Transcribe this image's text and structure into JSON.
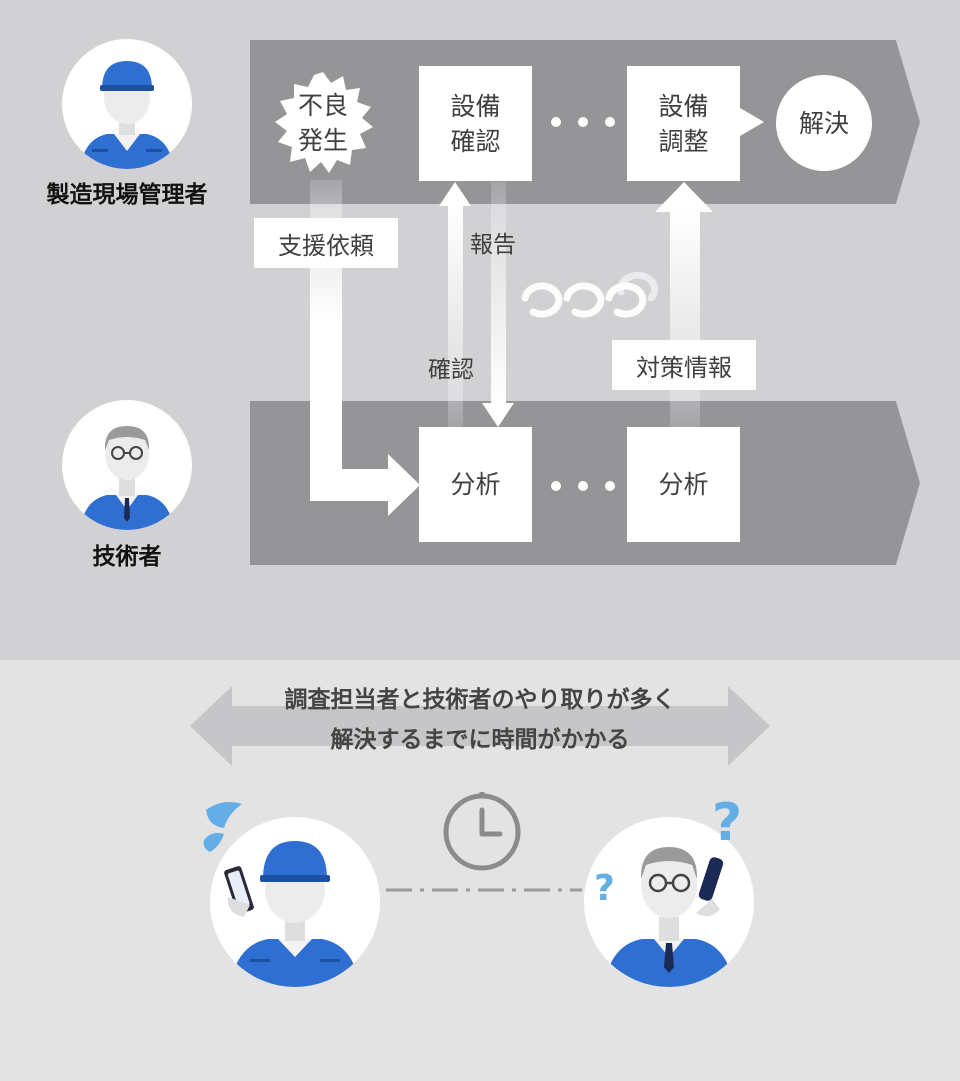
{
  "roles": {
    "manager": "製造現場管理者",
    "engineer": "技術者"
  },
  "manager_lane": {
    "start_node": "不良\n発生",
    "node_check": "設備\n確認",
    "node_adjust": "設備\n調整",
    "end_node": "解決"
  },
  "engineer_lane": {
    "node_analysis_1": "分析",
    "node_analysis_2": "分析"
  },
  "flows": {
    "support_request": "支援依頼",
    "report": "報告",
    "confirm": "確認",
    "countermeasure_info": "対策情報"
  },
  "problem_banner": {
    "line1": "調査担当者と技術者のやり取りが多く",
    "line2": "解決するまでに時間がかかる"
  },
  "icons": {
    "manager": "worker-cap-avatar-icon",
    "engineer": "engineer-glasses-avatar-icon",
    "clock": "clock-icon",
    "cycle": "cycle-arrows-icon",
    "question": "question-mark-icon",
    "sweat": "sweat-drop-icon"
  },
  "colors": {
    "lane": "#959598",
    "top_bg": "#d1d1d4",
    "bottom_bg": "#e3e3e4",
    "worker_blue": "#2f6fd1",
    "accent_blue": "#64aee8"
  }
}
